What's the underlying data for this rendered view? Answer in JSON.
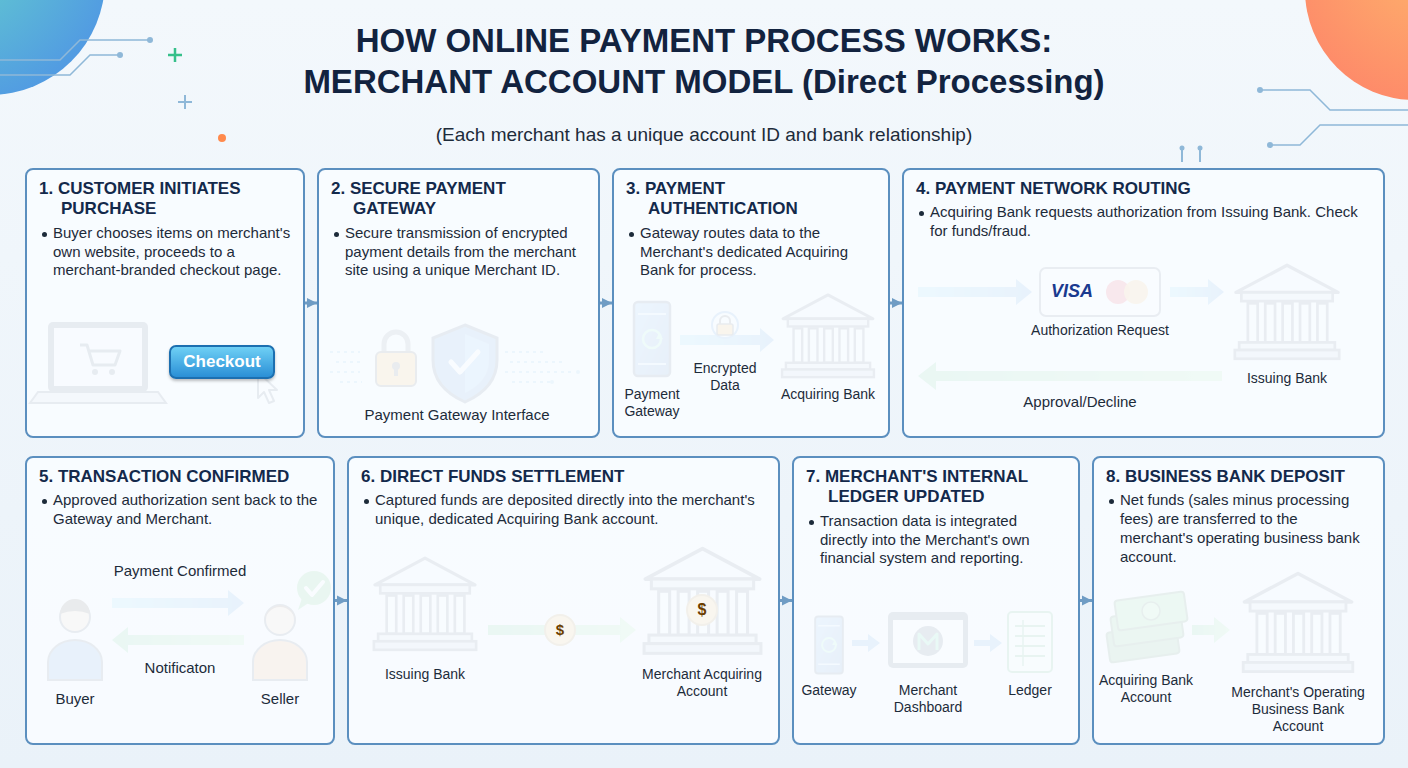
{
  "diagram": {
    "title": "HOW ONLINE PAYMENT PROCESS WORKS: MERCHANT ACCOUNT MODEL (Direct Processing)",
    "nodes": [
      {
        "text": [
          "1. CUSTOMER INITIATES PURCHASE",
          "Buyer chooses items on merchant's own website, proceeds to a merchant-branded checkout page."
        ]
      },
      {
        "text": [
          "2. SECURE PAYMENT GATEWAY",
          "Secure transmission of encrypted payment details from the merchant site using a unique Merchant ID."
        ]
      },
      {
        "text": [
          "3. PAYMENT AUTHENTICATION",
          "Gateway routes data to the Merchant's dedicated Acquiring Bank for process."
        ]
      },
      {
        "text": [
          "4. PAYMENT NETWORK ROUTING",
          "Acquiring Bank requests authorization from Issuing Bank. Check for funds/fraud."
        ]
      },
      {
        "text": [
          "5. TRANSACTION CONFIRMED",
          "Approved authorization sent back to the Gateway and Merchant."
        ]
      },
      {
        "text": [
          "6. DIRECT FUNDS SETTLEMENT",
          "Captured funds are deposited directly into the merchant's unique, dedicated Acquiring Bank account."
        ]
      },
      {
        "text": [
          "7. MERCHANT'S INTERNAL LEDGER UPDATED",
          "Transaction data is integrated directly into the Merchant's own financial system and reporting."
        ]
      },
      {
        "text": [
          "8. BUSINESS BANK DEPOSIT",
          "Net funds (sales minus processing fees) are transferred to the merchant's operating business bank account."
        ]
      },
      {
        "text": [
          "Checkout"
        ],
        "in": 0
      }
    ],
    "edges": [
      {
        "from": 0,
        "to": 1,
        "arrow": "to"
      },
      {
        "from": 1,
        "to": 2,
        "arrow": "to"
      },
      {
        "from": 2,
        "to": 3,
        "arrow": "to"
      },
      {
        "from": 4,
        "to": 5,
        "arrow": "to"
      },
      {
        "from": 5,
        "to": 6,
        "arrow": "to"
      },
      {
        "from": 6,
        "to": 7,
        "arrow": "to"
      }
    ],
    "labels": [
      "(Each merchant has a unique account ID and bank relationship)",
      "Payment Gateway Interface",
      "Payment Gateway",
      "Encrypted Data",
      "Acquiring Bank",
      "VISA",
      "Authorization Request",
      "Issuing Bank",
      "Approval/Decline",
      "Payment Confirmed",
      "Notificaton",
      "Buyer",
      "Seller",
      "Issuing Bank",
      "$",
      "$",
      "Merchant Acquiring Account",
      "Gateway",
      "Merchant Dashboard",
      "Ledger",
      "Acquiring Bank Account",
      "Merchant's Operating Business Bank Account"
    ]
  }
}
